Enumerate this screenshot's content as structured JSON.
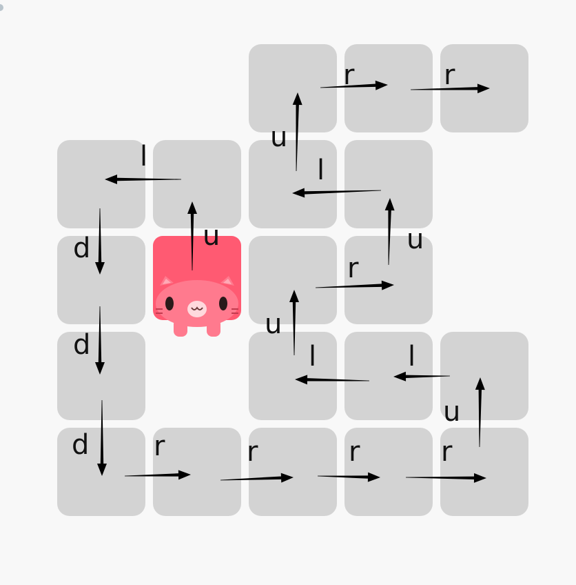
{
  "tiles": [
    {
      "row": 0,
      "col": 2
    },
    {
      "row": 0,
      "col": 3
    },
    {
      "row": 0,
      "col": 4
    },
    {
      "row": 1,
      "col": 0
    },
    {
      "row": 1,
      "col": 1
    },
    {
      "row": 1,
      "col": 2
    },
    {
      "row": 1,
      "col": 3
    },
    {
      "row": 2,
      "col": 0
    },
    {
      "row": 2,
      "col": 2
    },
    {
      "row": 2,
      "col": 3
    },
    {
      "row": 3,
      "col": 0
    },
    {
      "row": 3,
      "col": 2
    },
    {
      "row": 3,
      "col": 3
    },
    {
      "row": 3,
      "col": 4
    },
    {
      "row": 4,
      "col": 0
    },
    {
      "row": 4,
      "col": 1
    },
    {
      "row": 4,
      "col": 2
    },
    {
      "row": 4,
      "col": 3
    },
    {
      "row": 4,
      "col": 4
    }
  ],
  "player": {
    "row": 2,
    "col": 1,
    "icon": "cat-icon",
    "color": "#ff5a72"
  },
  "moves": [
    "u",
    "l",
    "d",
    "d",
    "d",
    "r",
    "r",
    "r",
    "r",
    "u",
    "l",
    "l",
    "u",
    "r",
    "u",
    "l",
    "u",
    "r",
    "r"
  ],
  "colors": {
    "tile": "#d3d3d3",
    "background": "#f8f8f8",
    "arrow": "#000000"
  }
}
